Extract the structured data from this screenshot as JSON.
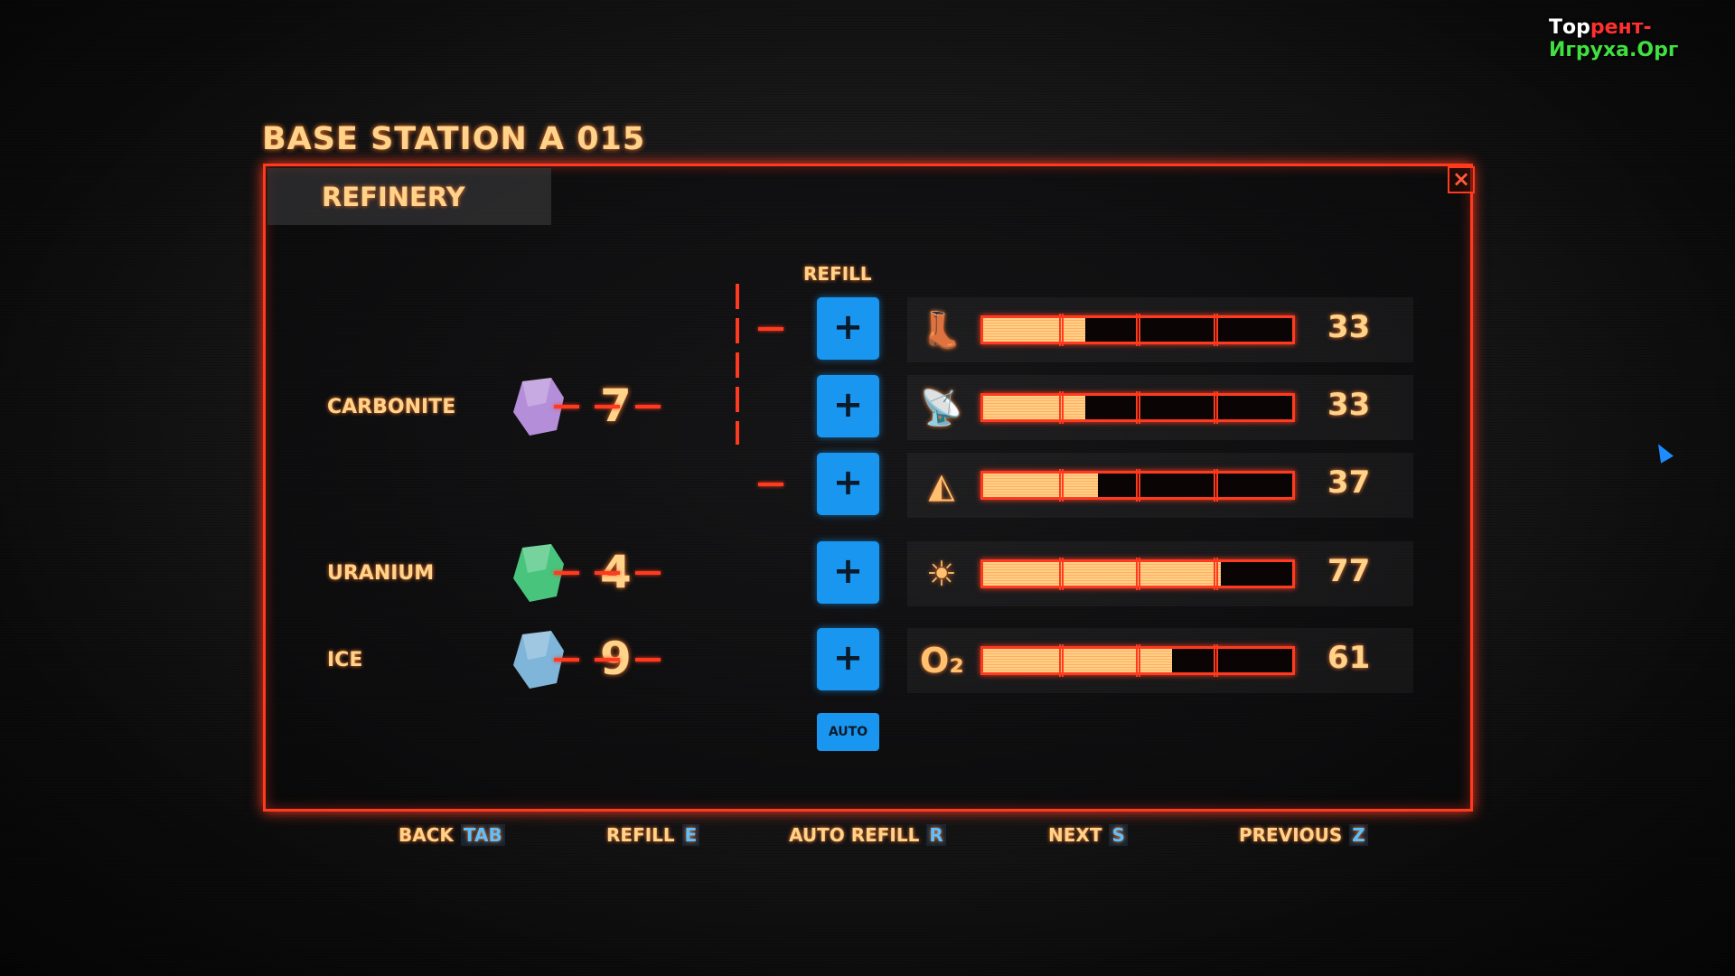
{
  "station_title": "BASE STATION A 015",
  "tab_label": "REFINERY",
  "close_icon": "×",
  "refill_header": "REFILL",
  "watermark": {
    "part1": "Тор",
    "part2": "рент-",
    "part3": "Игруха.Орг"
  },
  "resources": [
    {
      "name": "CARBONITE",
      "count": "7",
      "color": "#c79cf0"
    },
    {
      "name": "URANIUM",
      "count": "4",
      "color": "#4fd88a"
    },
    {
      "name": "ICE",
      "count": "9",
      "color": "#8cc8f0"
    }
  ],
  "stats": [
    {
      "icon": "boot-icon",
      "glyph": "👢",
      "value": "33",
      "percent": 33
    },
    {
      "icon": "satellite-dish-icon",
      "glyph": "📡",
      "value": "33",
      "percent": 33
    },
    {
      "icon": "drill-icon",
      "glyph": "◭",
      "value": "37",
      "percent": 37
    },
    {
      "icon": "sun-icon",
      "glyph": "☀",
      "value": "77",
      "percent": 77
    },
    {
      "icon": "oxygen-icon",
      "glyph": "O₂",
      "value": "61",
      "percent": 61
    }
  ],
  "plus_label": "+",
  "auto_label": "AUTO",
  "footer": [
    {
      "label": "BACK",
      "key": "TAB"
    },
    {
      "label": "REFILL",
      "key": "E"
    },
    {
      "label": "AUTO REFILL",
      "key": "R"
    },
    {
      "label": "NEXT",
      "key": "S"
    },
    {
      "label": "PREVIOUS",
      "key": "Z"
    }
  ]
}
